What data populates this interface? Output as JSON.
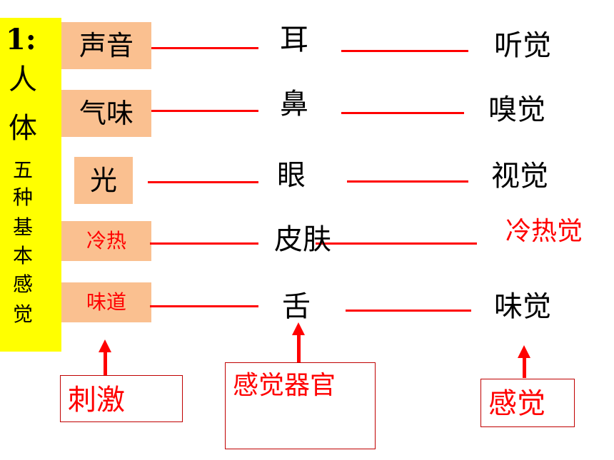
{
  "sidebar": {
    "number": "1:",
    "big_chars": [
      "人",
      "体"
    ],
    "small_chars": [
      "五",
      "种",
      "基",
      "本",
      "感",
      "觉"
    ]
  },
  "rows": [
    {
      "stimulus": "声音",
      "organ": "耳",
      "sense": "听觉"
    },
    {
      "stimulus": "气味",
      "organ": "鼻",
      "sense": "嗅觉"
    },
    {
      "stimulus": "光",
      "organ": "眼",
      "sense": "视觉"
    },
    {
      "stimulus": "冷热",
      "organ": "皮肤",
      "sense": "冷热觉"
    },
    {
      "stimulus": "味道",
      "organ": "舌",
      "sense": "味觉"
    }
  ],
  "labels": {
    "stimulus": "刺激",
    "organ": "感觉器官",
    "sense": "感觉"
  },
  "colors": {
    "sidebar_bg": "#ffff00",
    "stimulus_bg": "#fac090",
    "accent": "#ff0000",
    "box_border": "#c00000"
  }
}
